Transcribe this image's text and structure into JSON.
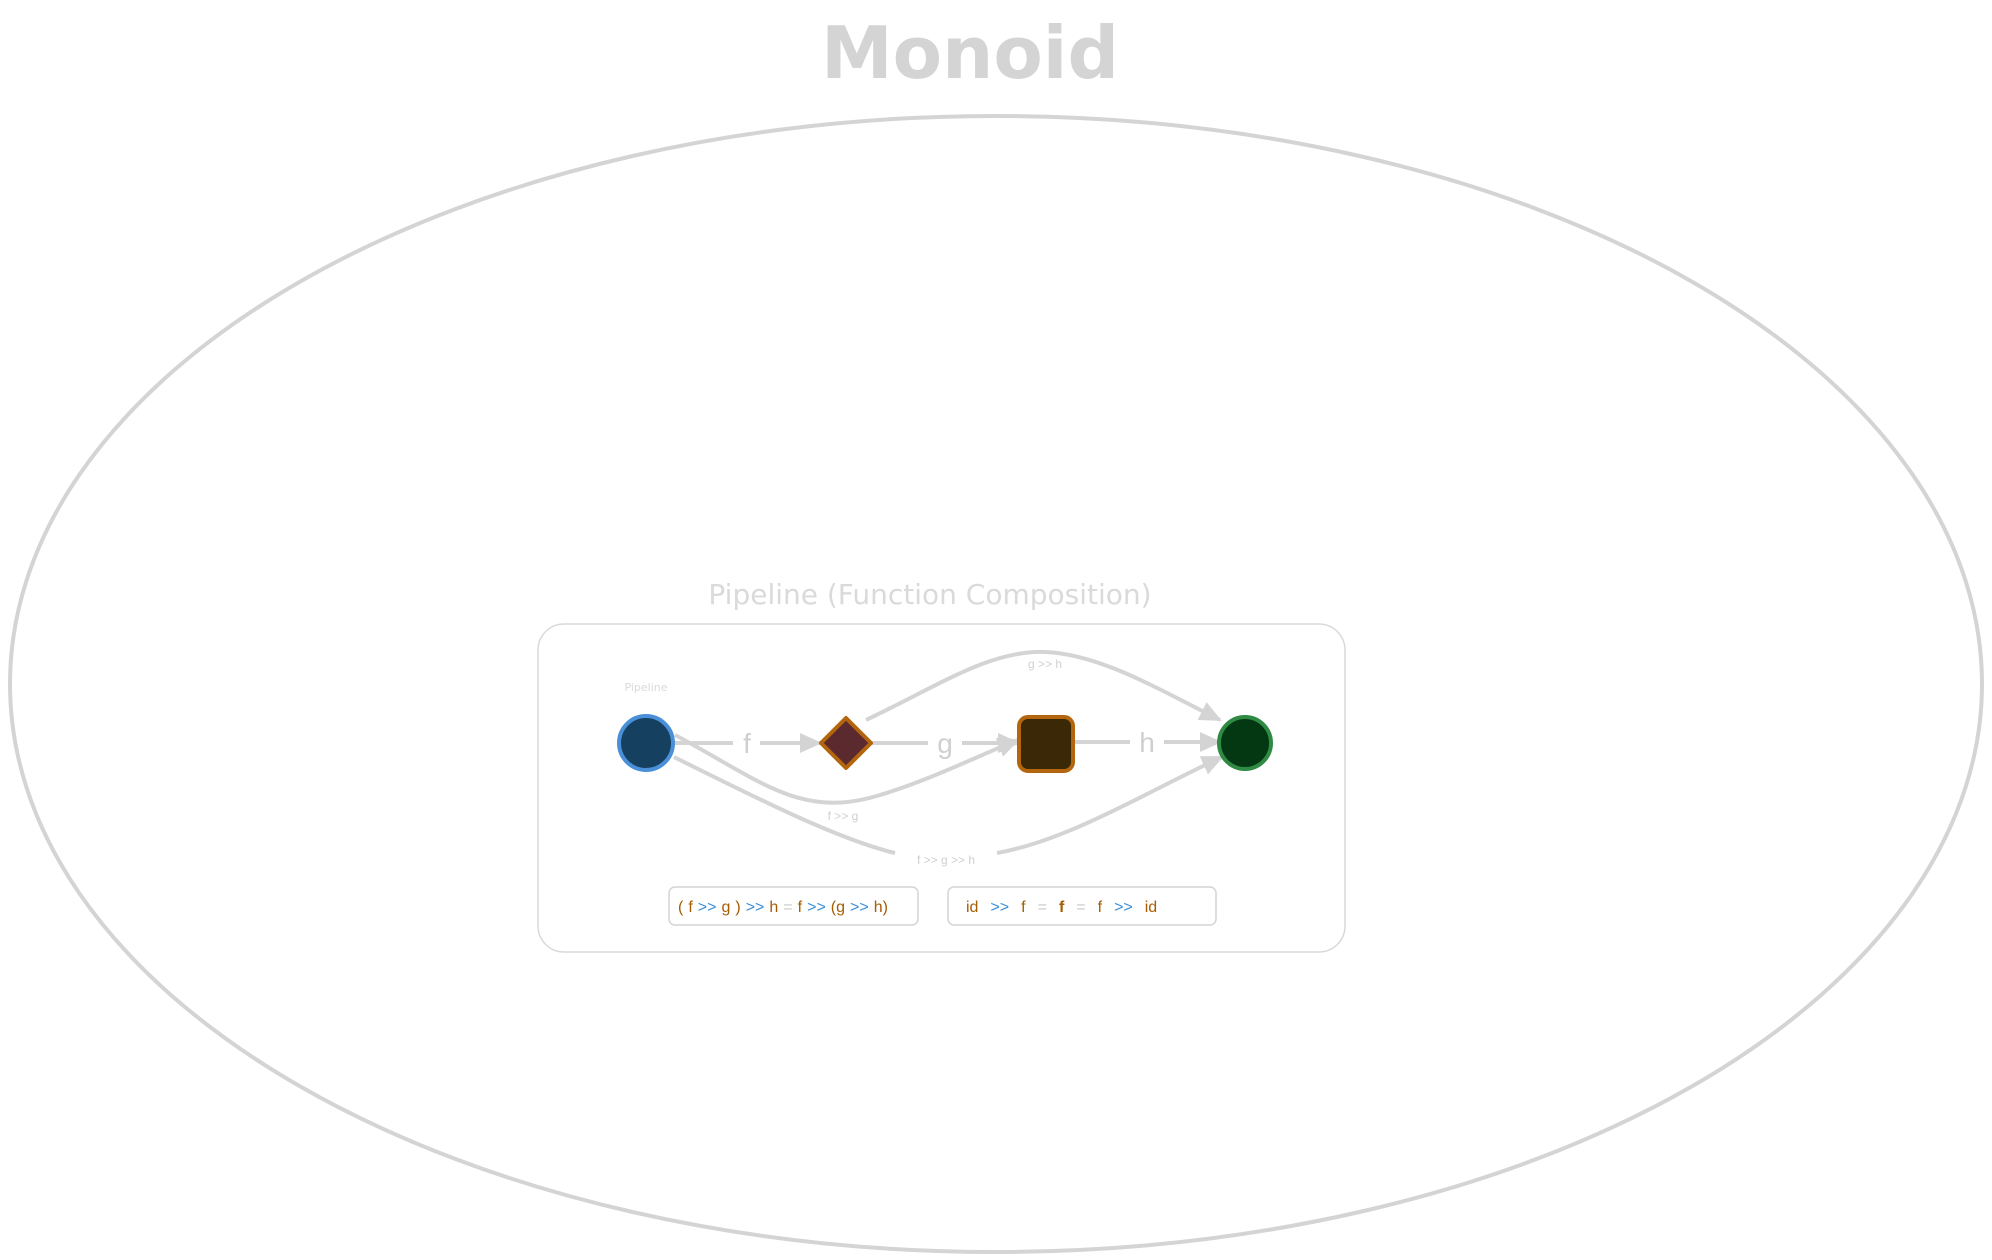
{
  "title": "Monoid",
  "subgraph": {
    "title": "Pipeline (Function Composition)",
    "start_node_label": "Pipeline"
  },
  "edges": {
    "f": "f",
    "g": "g",
    "h": "h",
    "f_g": "f >> g",
    "g_h": "g >> h",
    "f_g_h": "f >> g >> h"
  },
  "equations": {
    "associativity": [
      {
        "text": "(",
        "role": "term"
      },
      {
        "text": "f",
        "role": "term"
      },
      {
        "text": ">>",
        "role": "op"
      },
      {
        "text": "g",
        "role": "term"
      },
      {
        "text": ")",
        "role": "term"
      },
      {
        "text": ">>",
        "role": "op"
      },
      {
        "text": "h",
        "role": "term"
      },
      {
        "text": "=",
        "role": "eq"
      },
      {
        "text": "f",
        "role": "term"
      },
      {
        "text": ">>",
        "role": "op"
      },
      {
        "text": "(g",
        "role": "term"
      },
      {
        "text": ">>",
        "role": "op"
      },
      {
        "text": "h)",
        "role": "term"
      }
    ],
    "identity": [
      {
        "text": "id",
        "role": "term"
      },
      {
        "text": ">>",
        "role": "op"
      },
      {
        "text": "f",
        "role": "term"
      },
      {
        "text": "=",
        "role": "eq"
      },
      {
        "text": "f",
        "role": "bold"
      },
      {
        "text": "=",
        "role": "eq"
      },
      {
        "text": "f",
        "role": "term"
      },
      {
        "text": ">>",
        "role": "op"
      },
      {
        "text": "id",
        "role": "term"
      }
    ]
  },
  "colors": {
    "outline": "#d4d4d4",
    "start_fill": "#16405f",
    "start_stroke": "#4a90d9",
    "diamond_fill": "#5a2a2e",
    "diamond_stroke": "#b3660e",
    "square_fill": "#3a2806",
    "square_stroke": "#b3660e",
    "end_fill": "#043812",
    "end_stroke": "#2f8a44",
    "term": "#a65c00",
    "op": "#3b8fd9",
    "eq": "#c8c8c8"
  }
}
